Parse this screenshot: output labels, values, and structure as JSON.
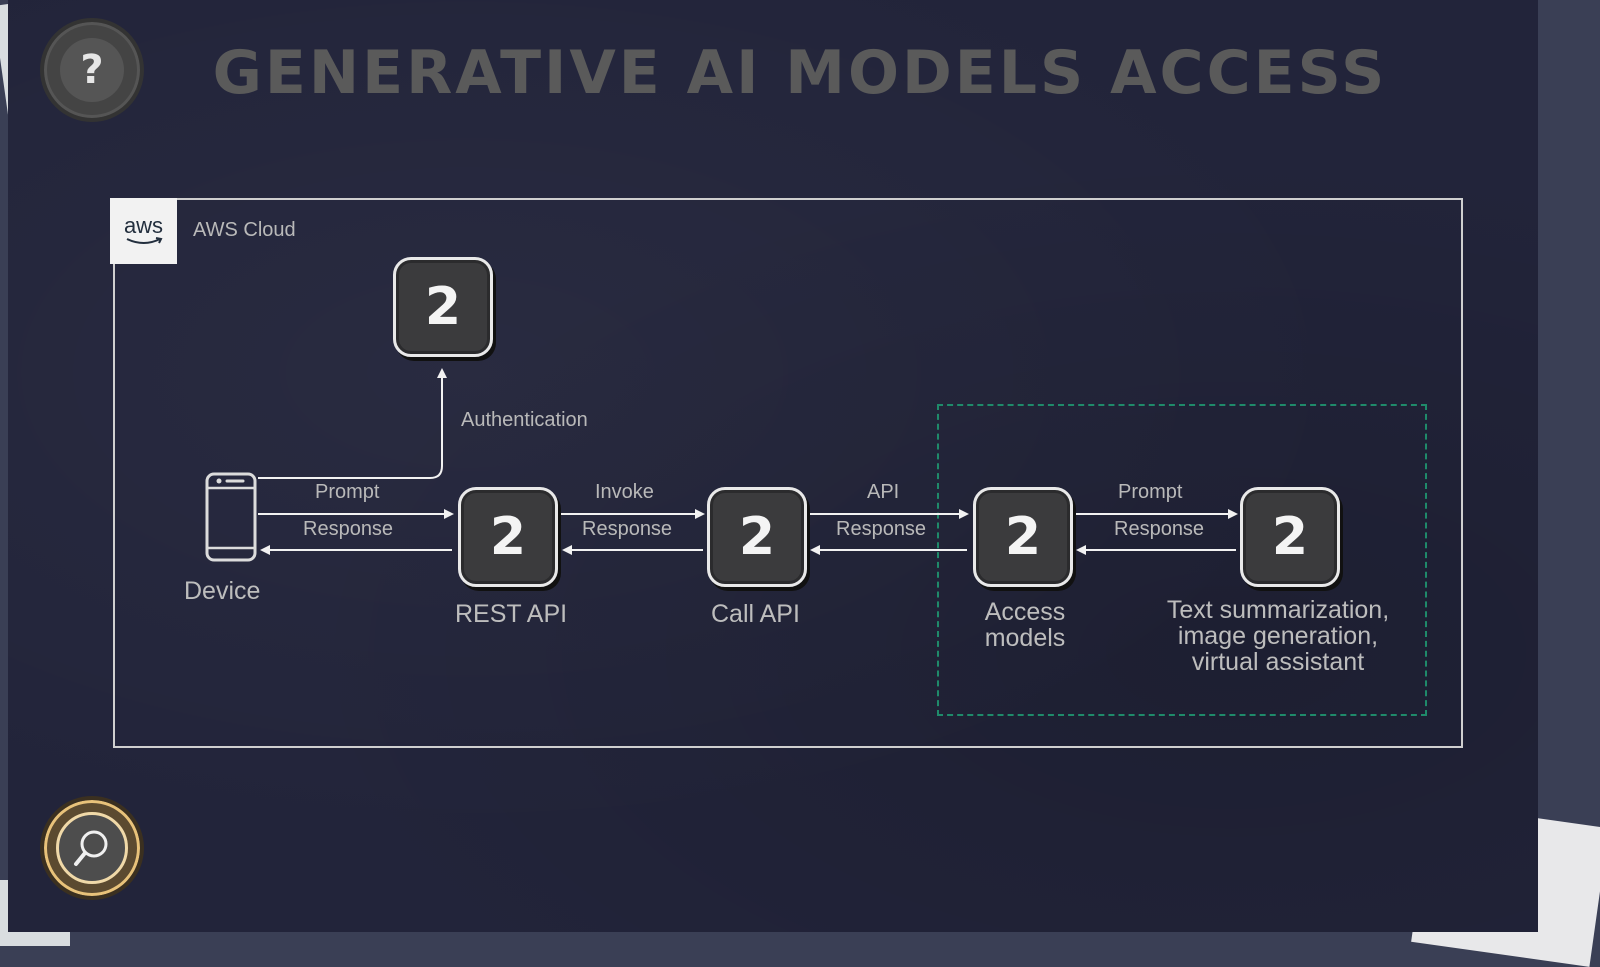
{
  "title": "GENERATIVE AI MODELS ACCESS",
  "buttons": {
    "help_glyph": "?",
    "help_icon": "help-icon",
    "zoom_icon": "magnifier-icon"
  },
  "diagram": {
    "cloud_logo": "aws",
    "cloud_label": "AWS Cloud",
    "tile_value": "2",
    "device_label": "Device",
    "auth_label": "Authentication",
    "nodes": {
      "rest_api": "REST API",
      "call_api": "Call API",
      "access_models_1": "Access",
      "access_models_2": "models",
      "use_cases_1": "Text summarization,",
      "use_cases_2": "image generation,",
      "use_cases_3": "virtual assistant"
    },
    "edges": {
      "e1_fwd": "Prompt",
      "e1_back": "Response",
      "e2_fwd": "Invoke",
      "e2_back": "Response",
      "e3_fwd": "API",
      "e3_back": "Response",
      "e4_fwd": "Prompt",
      "e4_back": "Response"
    }
  },
  "colors": {
    "board": "#22243a",
    "title": "#5a5a5a",
    "dashed_group": "#1f8a6a",
    "frame": "#cfcfcf"
  }
}
